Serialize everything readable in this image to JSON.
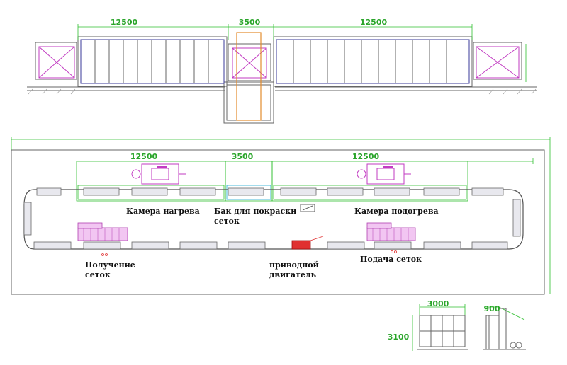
{
  "elevation": {
    "dim_left": "12500",
    "dim_center": "3500",
    "dim_right": "12500"
  },
  "plan": {
    "dim_left": "12500",
    "dim_center": "3500",
    "dim_right": "12500",
    "labels": {
      "heating_chamber": "Камера нагрева",
      "paint_tank_line1": "Бак для покраски",
      "paint_tank_line2": "сеток",
      "preheat_chamber": "Камера подогрева",
      "receiving_line1": "Получение",
      "receiving_line2": "сеток",
      "drive_line1": "приводной",
      "drive_line2": "двигатель",
      "feeding": "Подача сеток"
    }
  },
  "detail": {
    "width_dim": "3000",
    "height_dim": "3100",
    "side_dim": "900"
  },
  "colors": {
    "dimension": "#2aa52a",
    "chamber_outline": "#3a3a9a",
    "equipment": "#c23bc2",
    "tank": "#e38b2d",
    "drive_motor": "#e03030"
  }
}
